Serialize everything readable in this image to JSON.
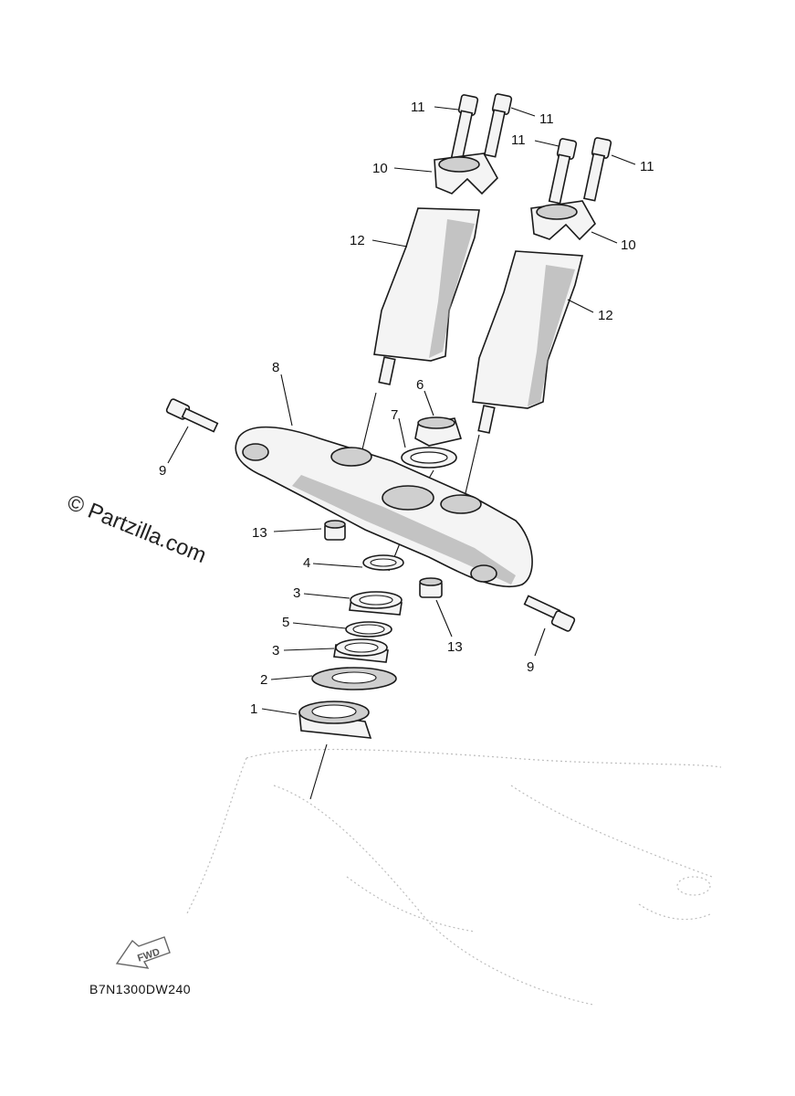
{
  "watermark": "© Partzilla.com",
  "diagram_code": "B7N1300DW240",
  "fwd_label": "FWD",
  "callouts": {
    "c11a": "11",
    "c11b": "11",
    "c11c": "11",
    "c11d": "11",
    "c10a": "10",
    "c10b": "10",
    "c12a": "12",
    "c12b": "12",
    "c8": "8",
    "c6": "6",
    "c7": "7",
    "c9a": "9",
    "c9b": "9",
    "c13a": "13",
    "c13b": "13",
    "c4": "4",
    "c3a": "3",
    "c5": "5",
    "c3b": "3",
    "c2": "2",
    "c1": "1"
  }
}
